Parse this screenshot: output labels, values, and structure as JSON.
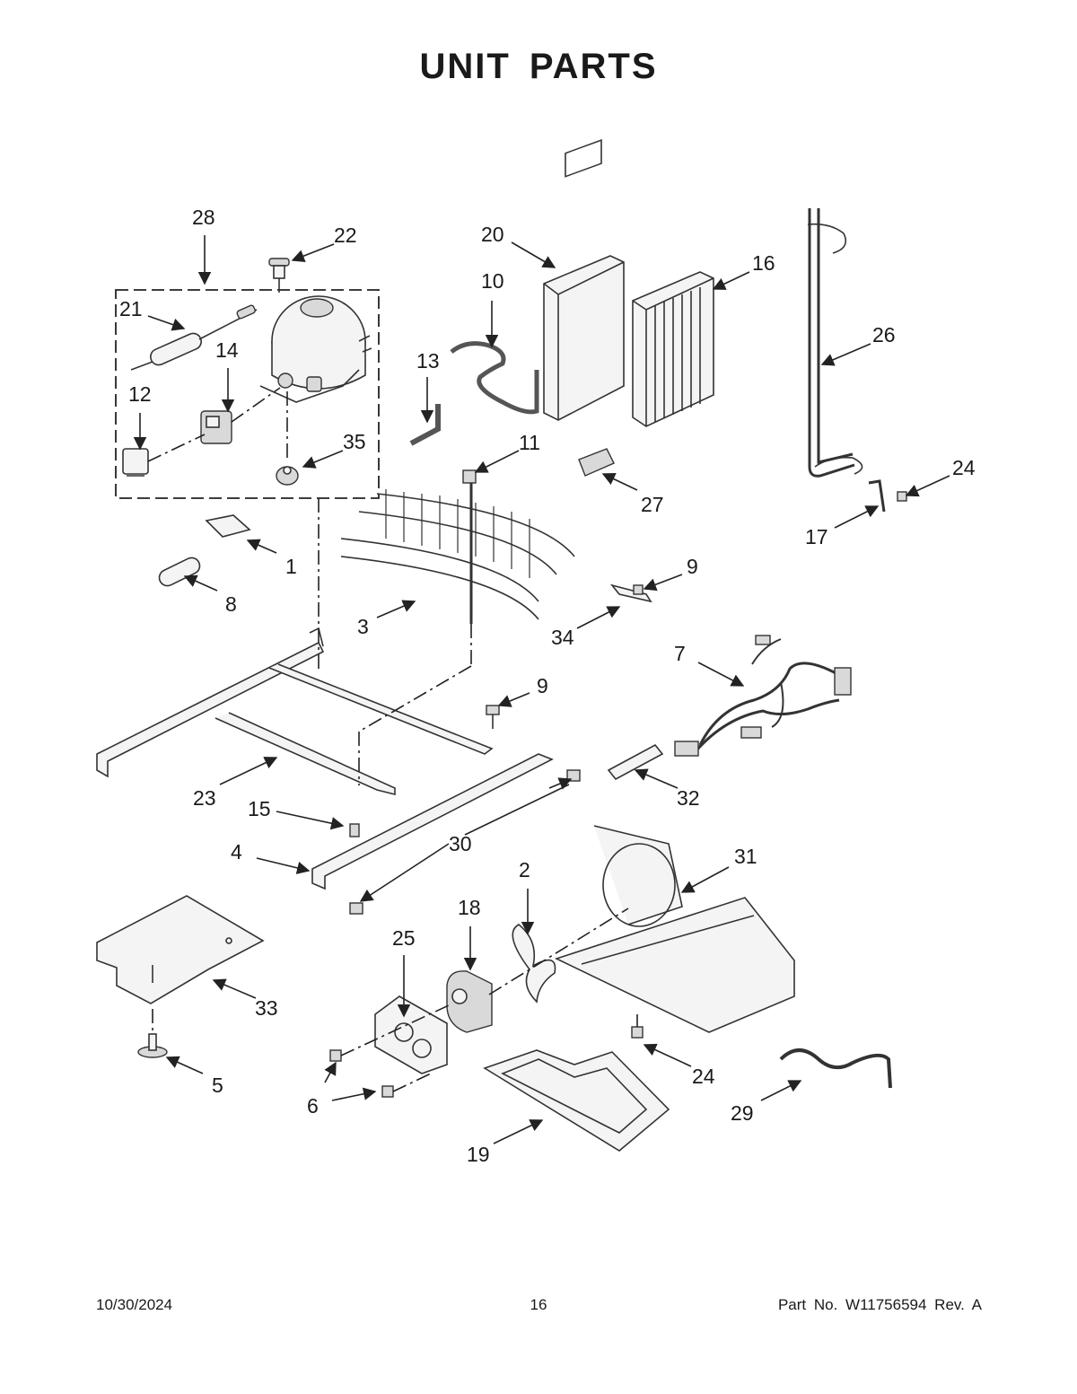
{
  "page": {
    "title": "UNIT PARTS",
    "footer": {
      "date": "10/30/2024",
      "page_number": "16",
      "part_number": "Part No.  W11756594  Rev.  A"
    }
  },
  "callouts": [
    "1",
    "2",
    "3",
    "4",
    "5",
    "6",
    "7",
    "8",
    "9",
    "9",
    "10",
    "11",
    "12",
    "13",
    "14",
    "15",
    "16",
    "17",
    "18",
    "19",
    "20",
    "21",
    "22",
    "23",
    "24",
    "24",
    "25",
    "26",
    "27",
    "28",
    "29",
    "30",
    "31",
    "32",
    "33",
    "34",
    "35"
  ]
}
